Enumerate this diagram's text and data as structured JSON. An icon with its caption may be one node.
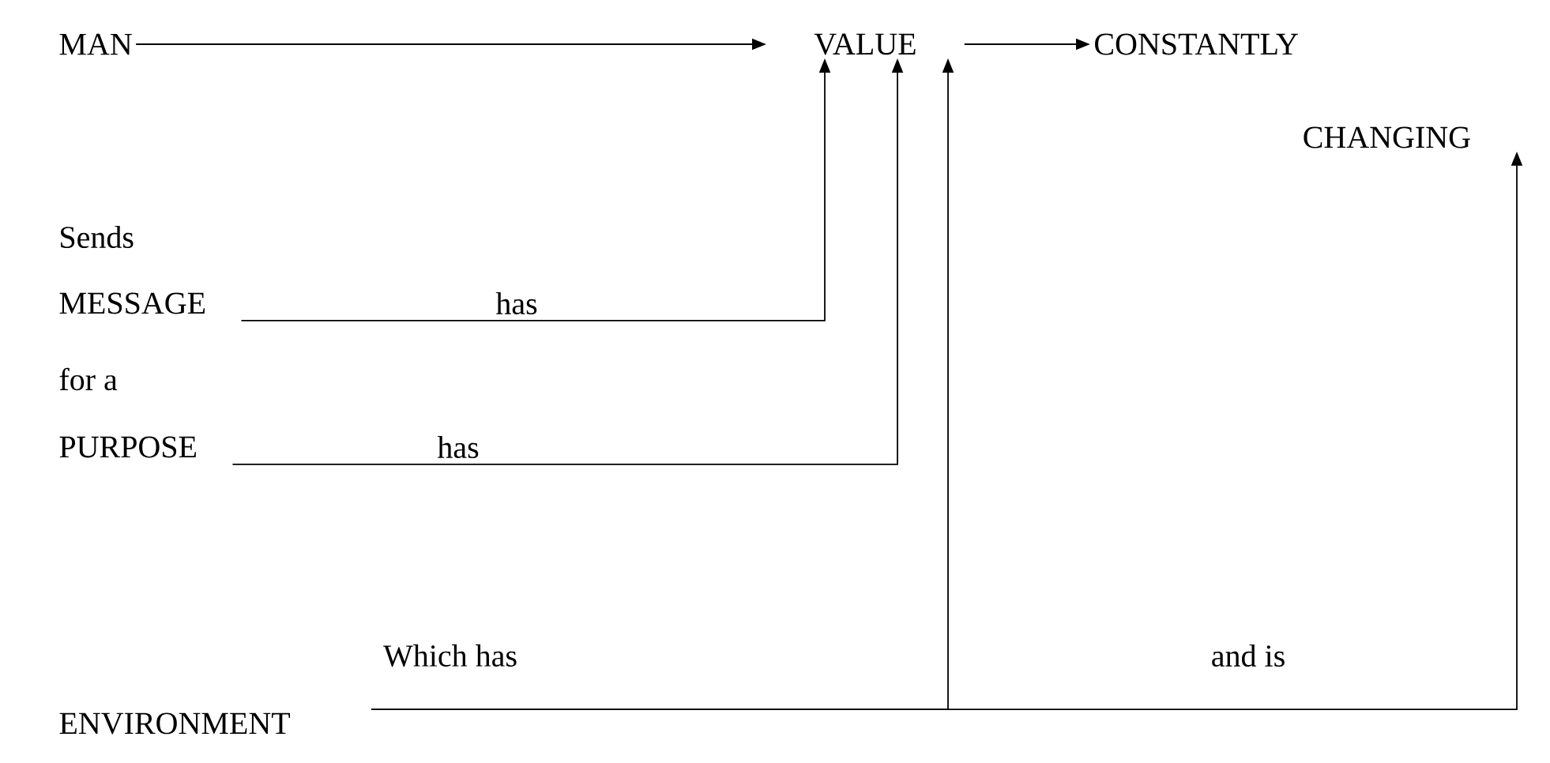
{
  "diagram": {
    "nodes": [
      {
        "text": [
          "MAN"
        ]
      },
      {
        "text": [
          "VALUE"
        ]
      },
      {
        "text": [
          "CONSTANTLY"
        ]
      },
      {
        "text": [
          "MESSAGE"
        ]
      },
      {
        "text": [
          "PURPOSE"
        ]
      },
      {
        "text": [
          "CHANGING"
        ]
      },
      {
        "text": [
          "ENVIRONMENT"
        ]
      }
    ],
    "edges": [
      {
        "from": 0,
        "to": 1,
        "arrow": "to"
      },
      {
        "from": 3,
        "to": 1,
        "arrow": "to",
        "label": "has"
      },
      {
        "from": 4,
        "to": 1,
        "arrow": "to",
        "label": "has"
      },
      {
        "from": 6,
        "to": 1,
        "arrow": "to",
        "label": "Which has"
      },
      {
        "from": 1,
        "to": 2,
        "arrow": "to"
      },
      {
        "from": 6,
        "to": 5,
        "arrow": "to",
        "label": "and is"
      }
    ],
    "labels": [
      "Sends",
      "for a"
    ]
  }
}
